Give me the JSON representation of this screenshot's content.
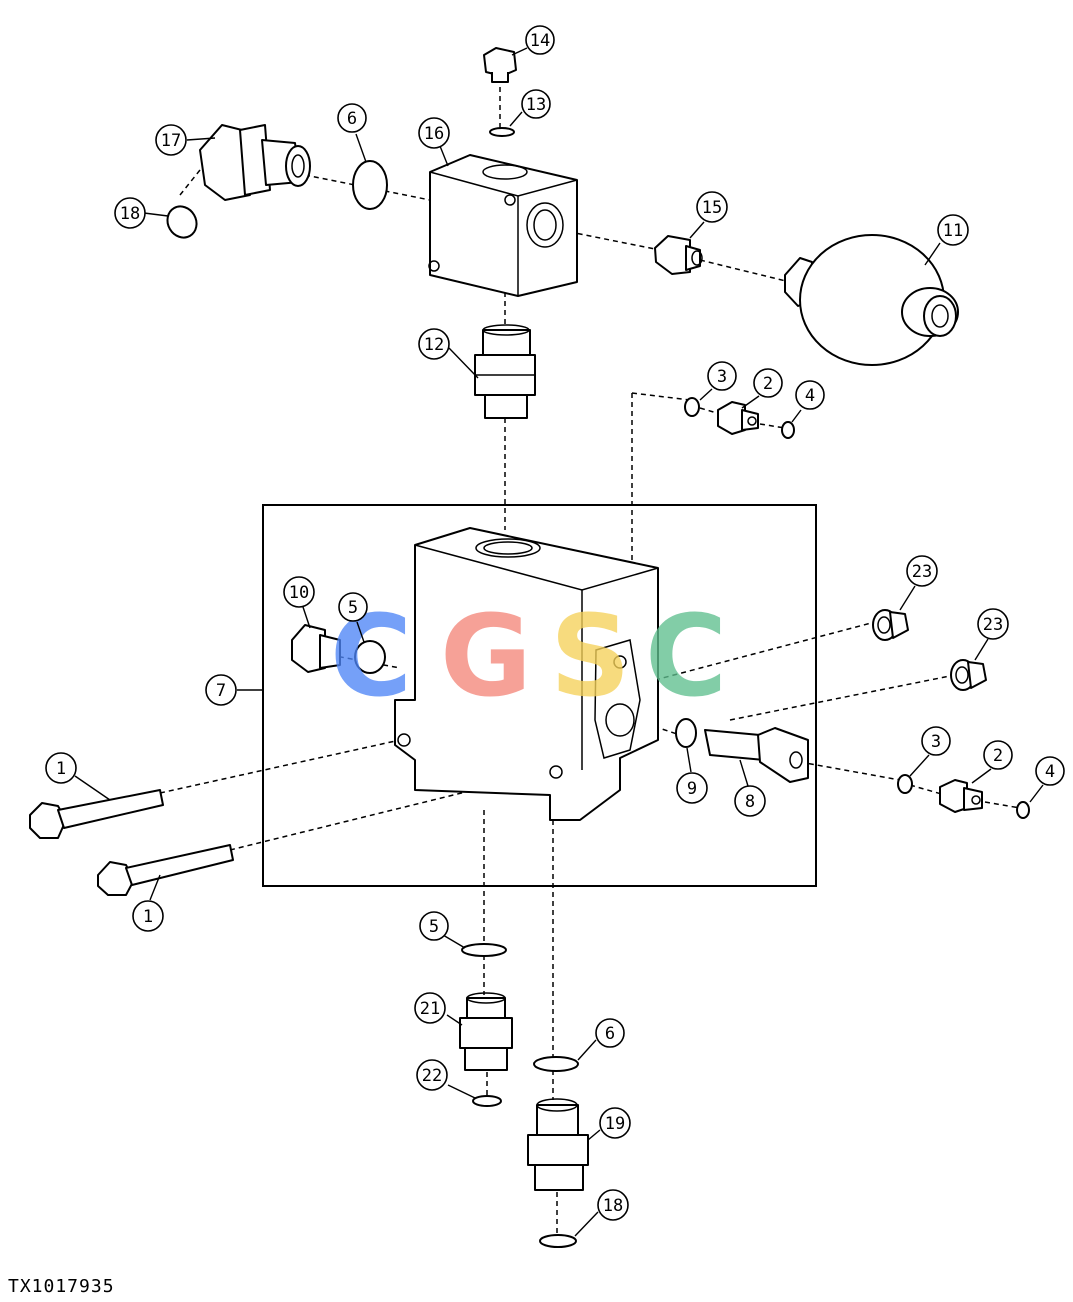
{
  "figure_id": "TX1017935",
  "watermark": {
    "letters": [
      "C",
      "G",
      "S",
      "C"
    ],
    "colors": [
      "#4f86f7",
      "#f4877b",
      "#f6d25a",
      "#5fbf8f"
    ]
  },
  "callouts": {
    "c1a": "1",
    "c1b": "1",
    "c2a": "2",
    "c2b": "2",
    "c3a": "3",
    "c3b": "3",
    "c4a": "4",
    "c4b": "4",
    "c5a": "5",
    "c5b": "5",
    "c6a": "6",
    "c6b": "6",
    "c7": "7",
    "c8": "8",
    "c9": "9",
    "c10": "10",
    "c11": "11",
    "c12": "12",
    "c13": "13",
    "c14": "14",
    "c15": "15",
    "c16": "16",
    "c17": "17",
    "c18a": "18",
    "c18b": "18",
    "c19": "19",
    "c21": "21",
    "c22": "22",
    "c23a": "23",
    "c23b": "23"
  }
}
